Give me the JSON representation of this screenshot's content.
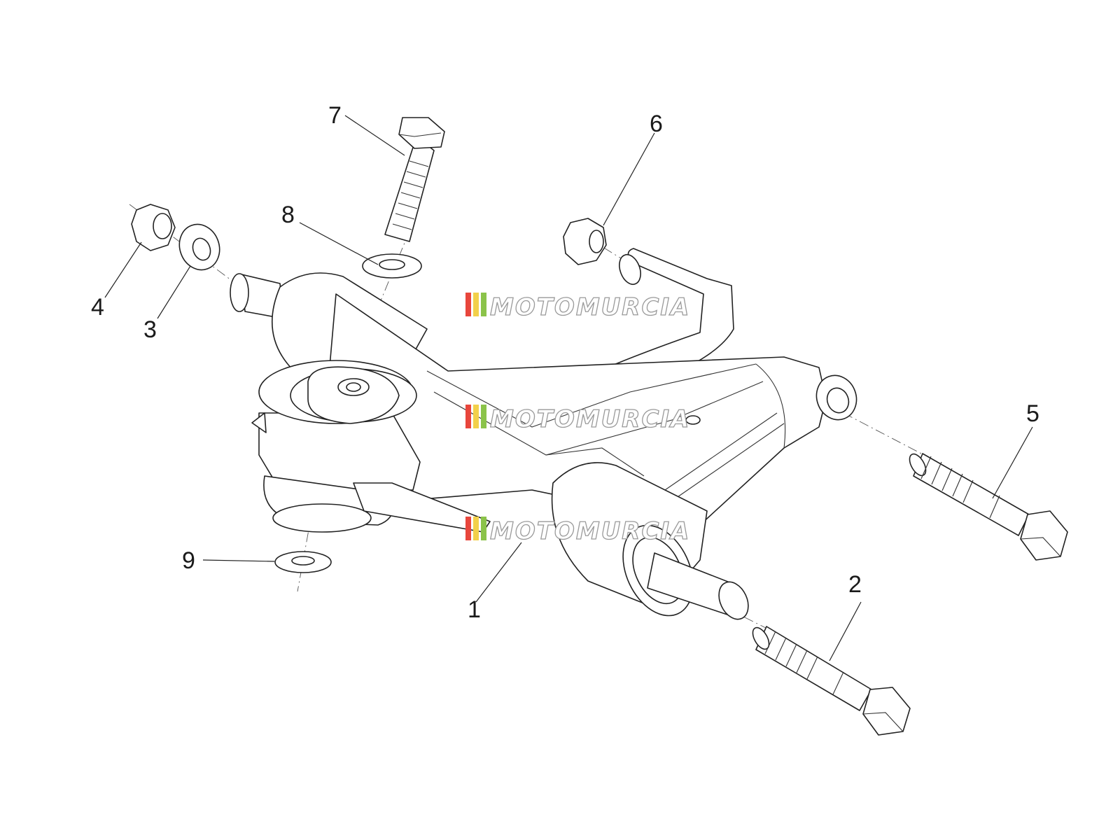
{
  "callouts": [
    {
      "id": "1",
      "label": "1"
    },
    {
      "id": "2",
      "label": "2"
    },
    {
      "id": "3",
      "label": "3"
    },
    {
      "id": "4",
      "label": "4"
    },
    {
      "id": "5",
      "label": "5"
    },
    {
      "id": "6",
      "label": "6"
    },
    {
      "id": "7",
      "label": "7"
    },
    {
      "id": "8",
      "label": "8"
    },
    {
      "id": "9",
      "label": "9"
    }
  ],
  "watermark": {
    "text": "MOTOMURCIA",
    "colors": [
      "#e8463c",
      "#f2d04a",
      "#8bc34a"
    ]
  }
}
